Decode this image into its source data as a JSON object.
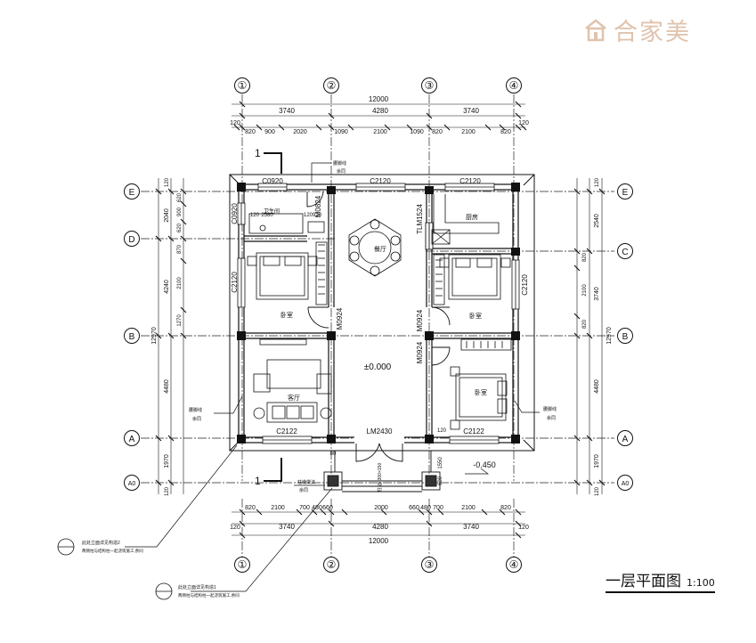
{
  "watermark": {
    "brand": "合家美",
    "icon": "house-logo-icon",
    "color": "#e0c3ad"
  },
  "title": {
    "main": "一层平面图",
    "scale": "1:100"
  },
  "axes": {
    "cols": [
      "①",
      "②",
      "③",
      "④"
    ],
    "rows": [
      "E",
      "D",
      "C",
      "B",
      "A",
      "A0"
    ]
  },
  "dims": {
    "top_total": "12000",
    "top_spans": [
      "3740",
      "4280",
      "3740"
    ],
    "top_edge": "120",
    "top_detail": [
      "820",
      "900",
      "2020",
      "1090",
      "2100",
      "1090",
      "820",
      "2100",
      "820"
    ],
    "bottom_detail": [
      "820",
      "2100",
      "700",
      "480",
      "660",
      "2000",
      "660",
      "480",
      "700",
      "2100",
      "820"
    ],
    "bottom_spans": [
      "3740",
      "4280",
      "3740"
    ],
    "bottom_total": "12000",
    "left_total": "12970",
    "left_spans": [
      "2040",
      "4240",
      "4480",
      "1970"
    ],
    "left_detail": [
      "620",
      "900",
      "620",
      "870",
      "2100",
      "1270"
    ],
    "left_edge": "120",
    "right_total": "12970",
    "right_spans": [
      "2540",
      "3740",
      "4480",
      "1970"
    ],
    "right_detail": [
      "820",
      "2100",
      "820"
    ],
    "right_edge": "120"
  },
  "rooms": {
    "bath": "卫生间",
    "dining": "餐厅",
    "kitchen": "厨房",
    "bed1": "卧室",
    "bed2": "卧室",
    "bed3": "卧室",
    "living": "客厅",
    "elevation": "±0.000",
    "outside_elev": "-0.450"
  },
  "labels": {
    "c0920_top": "C0920",
    "c2120_top1": "C2120",
    "c2120_top2": "C2120",
    "c0920_left": "C0920",
    "m0824": "M0824",
    "c2120_left": "C2120",
    "c2120_right": "C2120",
    "tlm1524": "TLM1524",
    "m0924_a": "M0924",
    "m0924_b": "M0924",
    "m0924_c": "M0924",
    "c2122_a": "C2122",
    "c2122_b": "C2122",
    "lm2430": "LM2430",
    "bath_w": "2580",
    "d120": "120",
    "d920": "920",
    "d120b": "120",
    "d1550": "1550",
    "d600": "600",
    "d120c": "120",
    "d80": "80",
    "step_note": "柱 @ 300×150",
    "section": "1",
    "section_b": "1",
    "cornice_top": "腰脚线",
    "cornice_top2": "余同",
    "cornice_left": "腰脚线",
    "cornice_left2": "余同",
    "cornice_right": "腰脚线",
    "cornice_right2": "余同",
    "col_note": "柱墩做法",
    "col_note2": "余同"
  },
  "notes": {
    "note1_head": "此处立面详见构造2",
    "note1_body": "两侧柱与结构柱一起浇筑施工,余同",
    "note2_head": "此处立面详见构造1",
    "note2_body": "两侧柱与结构柱一起浇筑施工,余同"
  }
}
